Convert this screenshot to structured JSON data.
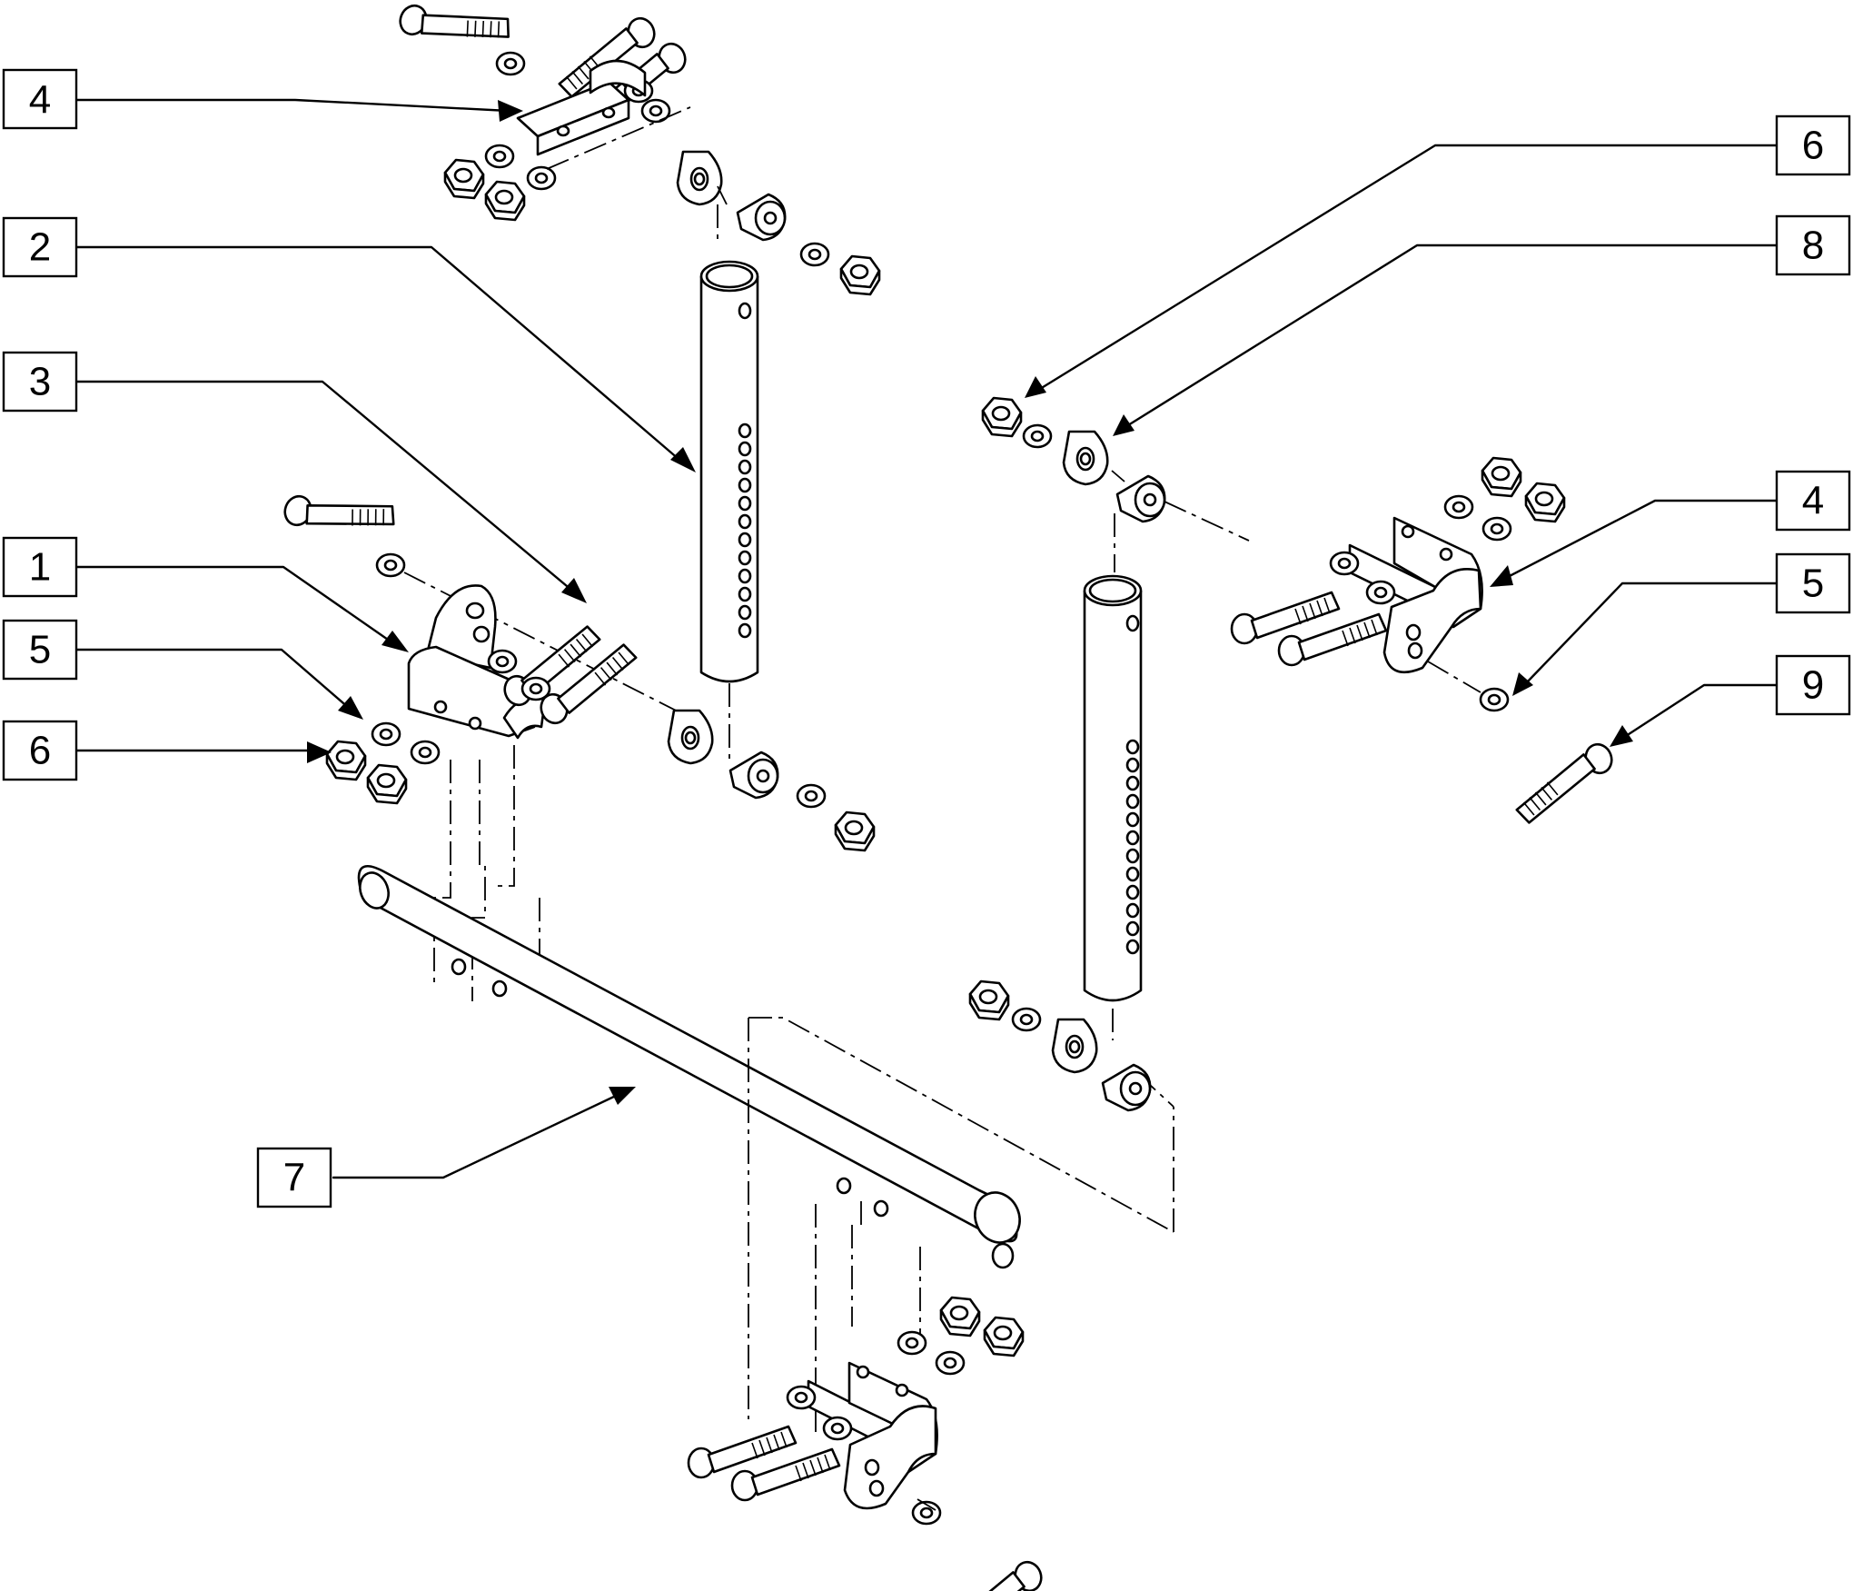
{
  "callouts": [
    {
      "id": "c4a",
      "label": "4"
    },
    {
      "id": "c2",
      "label": "2"
    },
    {
      "id": "c3",
      "label": "3"
    },
    {
      "id": "c1",
      "label": "1"
    },
    {
      "id": "c5a",
      "label": "5"
    },
    {
      "id": "c6a",
      "label": "6"
    },
    {
      "id": "c7",
      "label": "7"
    },
    {
      "id": "c6b",
      "label": "6"
    },
    {
      "id": "c8",
      "label": "8"
    },
    {
      "id": "c4b",
      "label": "4"
    },
    {
      "id": "c5b",
      "label": "5"
    },
    {
      "id": "c9",
      "label": "9"
    }
  ],
  "colors": {
    "line": "#000000",
    "background": "#ffffff"
  }
}
